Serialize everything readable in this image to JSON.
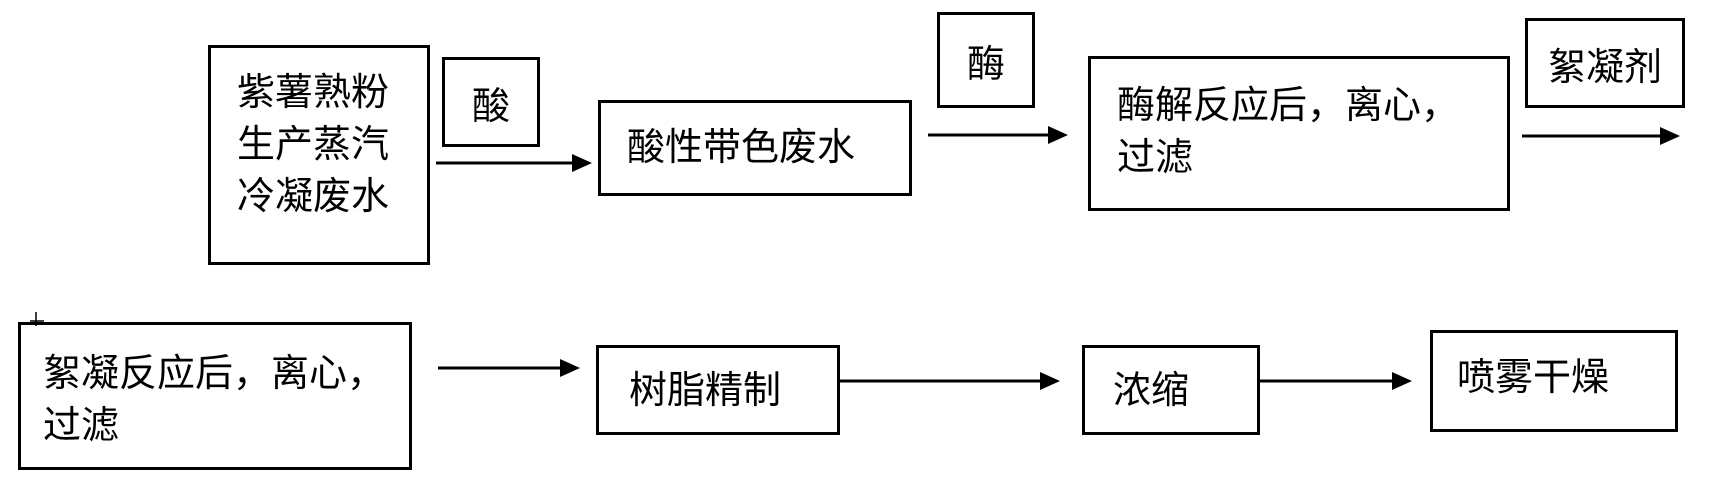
{
  "row1": {
    "start_box": "紫薯熟粉\n生产蒸汽\n冷凝废水",
    "reagent_acid": "酸",
    "acid_waste_box": "酸性带色废水",
    "reagent_enzyme": "酶",
    "enzyme_box": "酶解反应后，离心，\n过滤",
    "reagent_flocculant": "絮凝剂"
  },
  "row2": {
    "floc_box": "絮凝反应后，离心，\n过滤",
    "resin_box": "树脂精制",
    "concentrate_box": "浓缩",
    "spray_box": "喷雾干燥"
  }
}
